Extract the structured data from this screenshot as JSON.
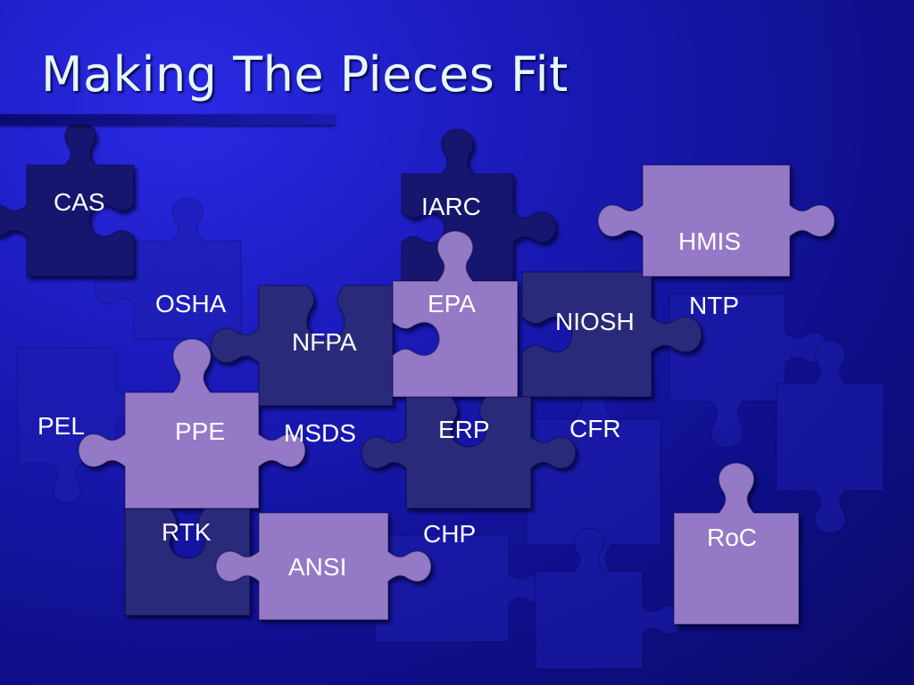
{
  "title": "Making The Pieces Fit",
  "colors": {
    "light_piece": "#9479c6",
    "dark_piece": "#2b2b7a",
    "deep_piece": "#16166e",
    "ghost_piece": "#1e1eb0",
    "label": "#ffffff",
    "title": "#e6f6ff"
  },
  "labels": {
    "cas": "CAS",
    "iarc": "IARC",
    "hmis": "HMIS",
    "osha": "OSHA",
    "epa": "EPA",
    "ntp": "NTP",
    "nfpa": "NFPA",
    "niosh": "NIOSH",
    "pel": "PEL",
    "ppe": "PPE",
    "msds": "MSDS",
    "erp": "ERP",
    "cfr": "CFR",
    "rtk": "RTK",
    "chp": "CHP",
    "roc": "RoC",
    "ansi": "ANSI"
  }
}
